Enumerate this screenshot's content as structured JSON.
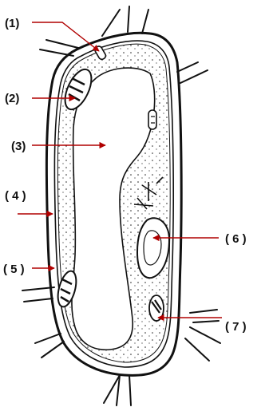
{
  "diagram": {
    "labels": [
      {
        "id": "1",
        "text": "(1)"
      },
      {
        "id": "2",
        "text": "(2)"
      },
      {
        "id": "3",
        "text": "(3)"
      },
      {
        "id": "4",
        "text": "( 4 )"
      },
      {
        "id": "5",
        "text": "( 5 )"
      },
      {
        "id": "6",
        "text": "( 6 )"
      },
      {
        "id": "7",
        "text": "( 7 )"
      }
    ],
    "colors": {
      "line": "#111111",
      "arrow": "#b00000",
      "background": "#ffffff"
    }
  }
}
